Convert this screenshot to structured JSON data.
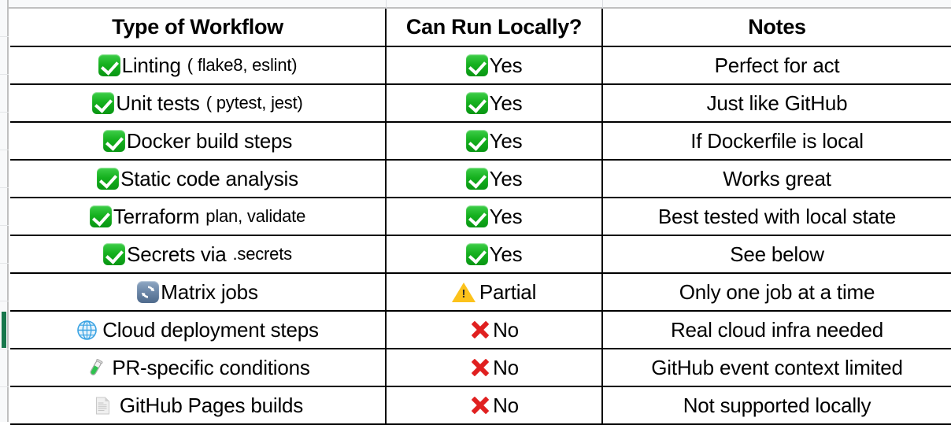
{
  "app": {
    "type": "spreadsheet",
    "active_row_marker_color": "#17774b",
    "gridline_color": "#000000",
    "header_strip_color": "#f8f9fa"
  },
  "table": {
    "columns": [
      {
        "id": "workflow",
        "header": "Type of Workflow"
      },
      {
        "id": "local",
        "header": "Can Run Locally?"
      },
      {
        "id": "notes",
        "header": "Notes"
      }
    ],
    "rows": [
      {
        "icon": "white-check-mark-icon",
        "workflow": "Linting",
        "workflow_detail": "( flake8, eslint)",
        "local_icon": "white-check-mark-icon",
        "local": "Yes",
        "notes": "Perfect for act",
        "selected": false
      },
      {
        "icon": "white-check-mark-icon",
        "workflow": "Unit tests",
        "workflow_detail": "( pytest, jest)",
        "local_icon": "white-check-mark-icon",
        "local": "Yes",
        "notes": "Just like GitHub",
        "selected": false
      },
      {
        "icon": "white-check-mark-icon",
        "workflow": "Docker build steps",
        "workflow_detail": "",
        "local_icon": "white-check-mark-icon",
        "local": "Yes",
        "notes": "If Dockerfile is local",
        "selected": false
      },
      {
        "icon": "white-check-mark-icon",
        "workflow": "Static code analysis",
        "workflow_detail": "",
        "local_icon": "white-check-mark-icon",
        "local": "Yes",
        "notes": "Works great",
        "selected": false
      },
      {
        "icon": "white-check-mark-icon",
        "workflow": "Terraform",
        "workflow_detail": "plan, validate",
        "local_icon": "white-check-mark-icon",
        "local": "Yes",
        "notes": "Best tested with local state",
        "selected": false
      },
      {
        "icon": "white-check-mark-icon",
        "workflow": "Secrets via",
        "workflow_detail": ".secrets",
        "local_icon": "white-check-mark-icon",
        "local": "Yes",
        "notes": "See below",
        "selected": false
      },
      {
        "icon": "arrows-counterclockwise-icon",
        "workflow": "Matrix jobs",
        "workflow_detail": "",
        "local_icon": "warning-icon",
        "local": "Partial",
        "notes": "Only one job at a time",
        "selected": false
      },
      {
        "icon": "globe-with-meridians-icon",
        "workflow": "Cloud deployment steps",
        "workflow_detail": "",
        "local_icon": "cross-mark-icon",
        "local": "No",
        "notes": "Real cloud infra needed",
        "selected": true
      },
      {
        "icon": "test-tube-icon",
        "workflow": "PR-specific conditions",
        "workflow_detail": "",
        "local_icon": "cross-mark-icon",
        "local": "No",
        "notes": "GitHub event context limited",
        "selected": false
      },
      {
        "icon": "page-facing-up-icon",
        "workflow": "GitHub Pages builds",
        "workflow_detail": "",
        "local_icon": "cross-mark-icon",
        "local": "No",
        "notes": "Not supported locally",
        "selected": false
      }
    ]
  }
}
